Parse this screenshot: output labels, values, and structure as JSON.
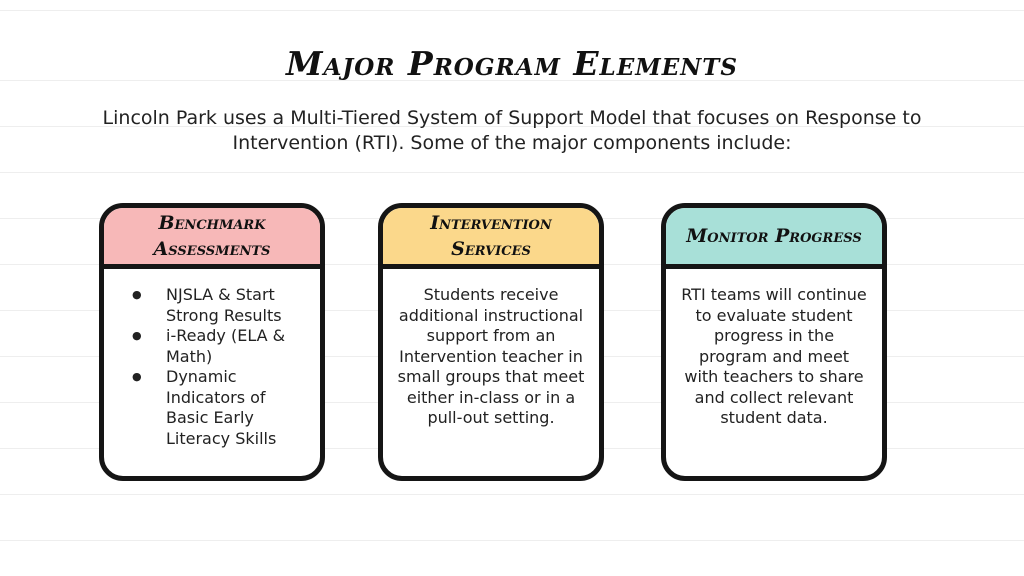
{
  "title": "Major Program Elements",
  "intro": "Lincoln Park uses a Multi-Tiered System of Support Model that focuses on Response to Intervention (RTI). Some of the major components include:",
  "cards": [
    {
      "heading": "Benchmark Assessments",
      "bullets": [
        "NJSLA & Start Strong Results",
        "i-Ready (ELA & Math)",
        "Dynamic Indicators of Basic Early Literacy Skills"
      ]
    },
    {
      "heading": "Intervention Services",
      "text": "Students receive additional instructional support from an Intervention teacher in small groups that meet either in-class or in a pull-out setting."
    },
    {
      "heading": "Monitor Progress",
      "text": "RTI teams will continue to evaluate student progress in the program and meet with teachers to share and collect relevant student data."
    }
  ],
  "colors": {
    "card_1_header": "#f7b8b8",
    "card_2_header": "#fbd88b",
    "card_3_header": "#a8e0d8",
    "outline": "#151515"
  }
}
